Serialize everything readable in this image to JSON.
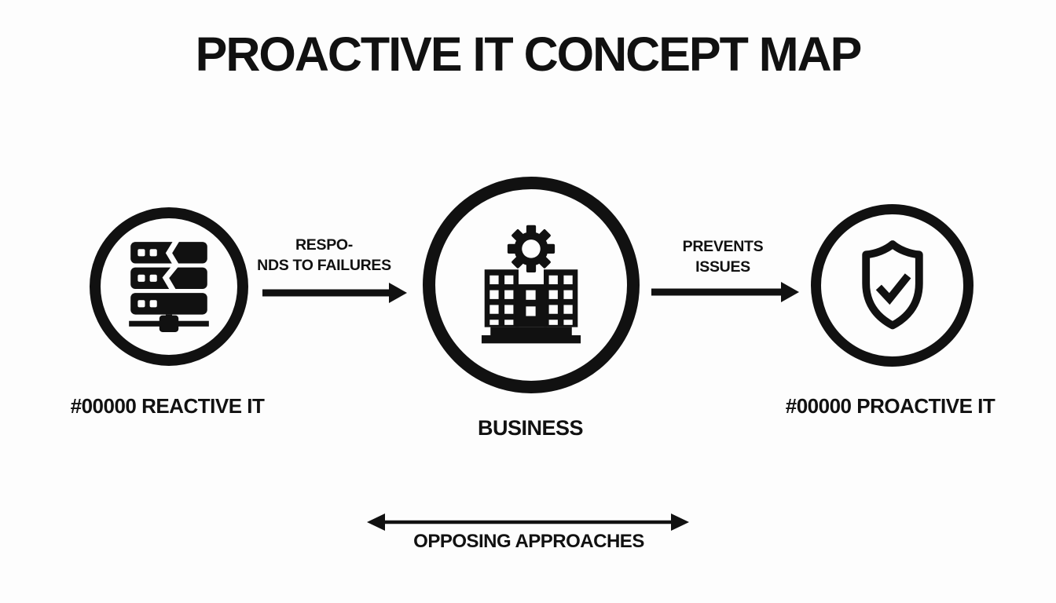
{
  "title": "PROACTIVE IT CONCEPT MAP",
  "colors": {
    "ink": "#111111",
    "background": "#fdfdfd"
  },
  "nodes": {
    "reactive": {
      "label": "#00000 REACTIVE IT",
      "icon": "broken-server-icon"
    },
    "business": {
      "label": "BUSINESS",
      "icon": "building-gear-icon"
    },
    "proactive": {
      "label": "#00000 PROACTIVE IT",
      "icon": "shield-check-icon"
    }
  },
  "edges": {
    "responds": {
      "from": "reactive",
      "to": "business",
      "label_line1": "RESPO-",
      "label_line2": "NDS TO FAILURES",
      "direction": "right"
    },
    "prevents": {
      "from": "business",
      "to": "proactive",
      "label_line1": "PREVENTS",
      "label_line2": "ISSUES",
      "direction": "right"
    },
    "opposing": {
      "from": "reactive",
      "to": "proactive",
      "label": "OPPOSING APPROACHES",
      "direction": "both"
    }
  }
}
